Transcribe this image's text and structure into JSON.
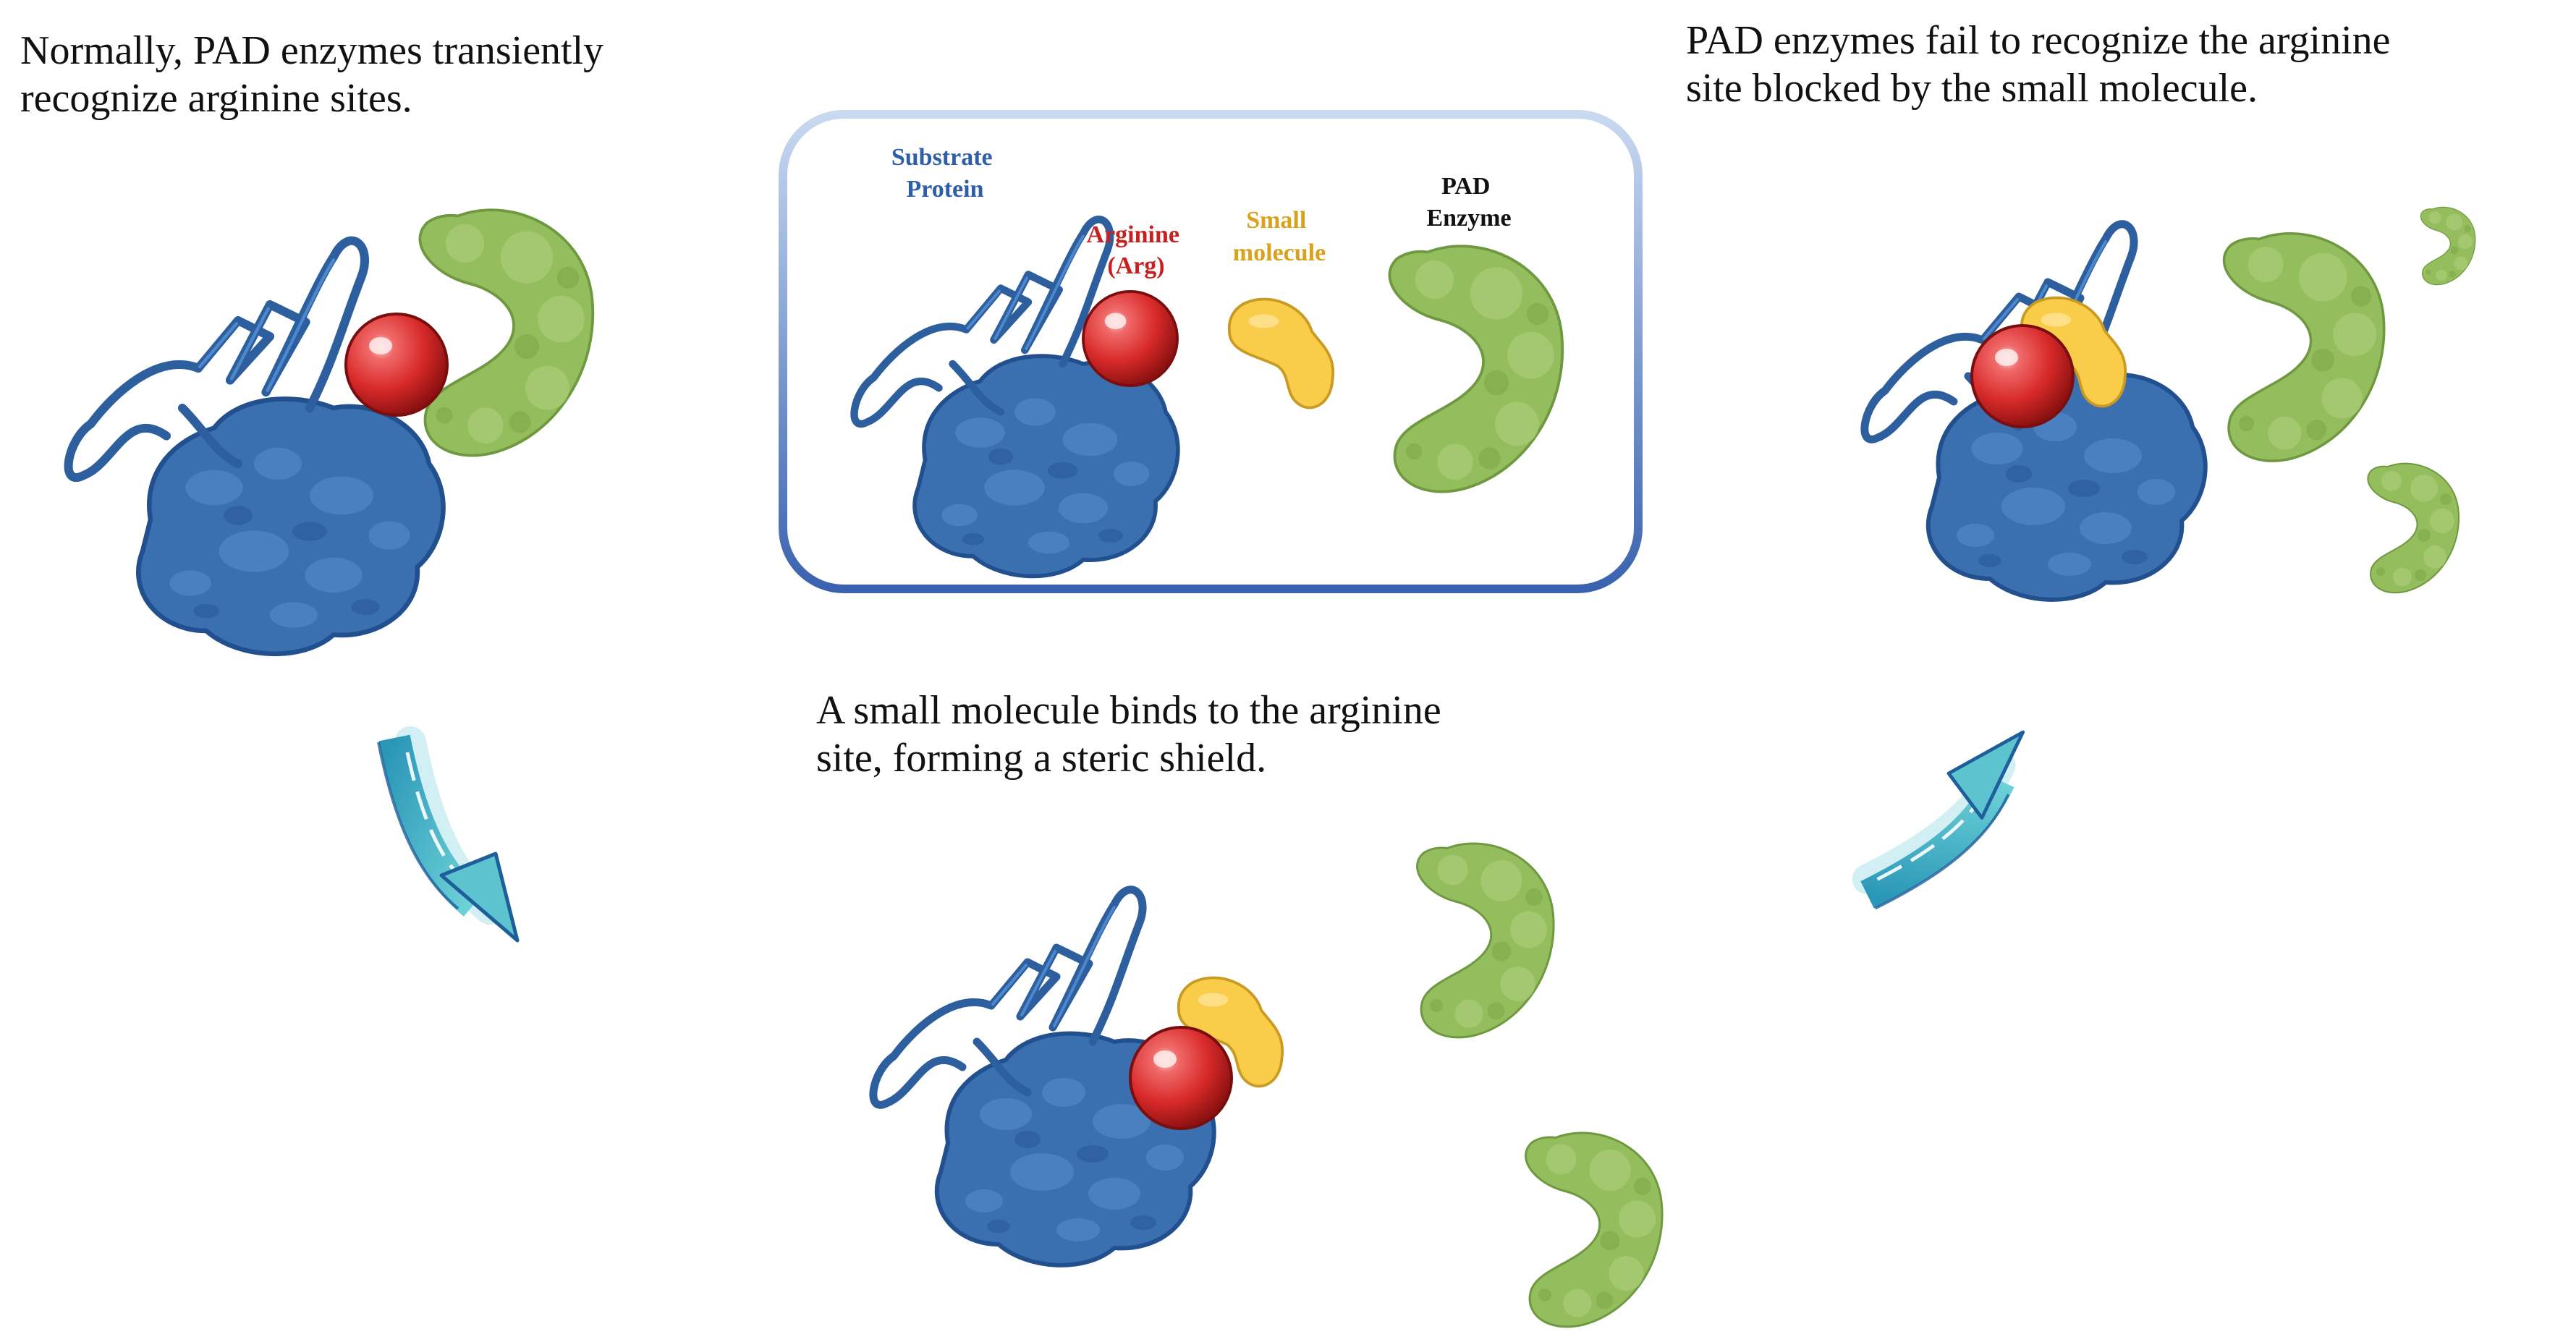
{
  "captions": {
    "normal": [
      "Normally, PAD enzymes transiently",
      "recognize arginine sites."
    ],
    "shield": [
      "A small molecule binds to the arginine",
      "site, forming a steric shield."
    ],
    "blocked": [
      "PAD enzymes fail to recognize the arginine",
      "site blocked by the small molecule."
    ]
  },
  "legend": {
    "substrate": [
      "Substrate",
      "Protein"
    ],
    "arginine": [
      "Arginine",
      "(Arg)"
    ],
    "small_molecule": [
      "Small",
      "molecule"
    ],
    "pad": [
      "PAD",
      "Enzyme"
    ]
  },
  "colors": {
    "protein": "#3a6fb0",
    "protein_dark": "#22508e",
    "arginine": "#d92a2a",
    "small_molecule": "#f9cd4a",
    "enzyme": "#94bd5e",
    "arrow": "#5cc3cf",
    "legend_border": "#3a62b0",
    "substrate_label": "#2e5ea8",
    "arginine_label": "#c62020",
    "small_molecule_label": "#d9a21a",
    "pad_label": "#111111"
  }
}
